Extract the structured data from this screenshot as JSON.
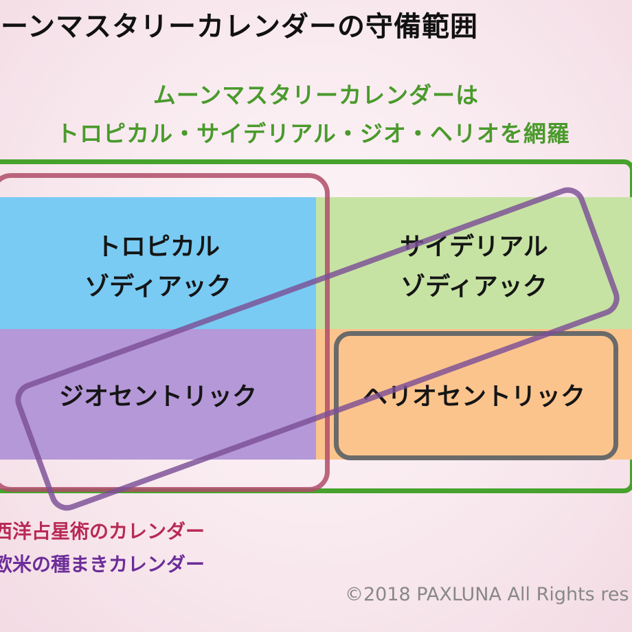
{
  "title": "ムーンマスタリーカレンダーの守備範囲",
  "subtitle_line1": "ムーンマスタリーカレンダーは",
  "subtitle_line2": "トロピカル・サイデリアル・ジオ・ヘリオを網羅",
  "quadrants": {
    "tropical": {
      "line1": "トロピカル",
      "line2": "ゾディアック"
    },
    "sidereal": {
      "line1": "サイデリアル",
      "line2": "ゾディアック"
    },
    "geocentric": "ジオセントリック",
    "heliocentric": "ヘリオセントリック"
  },
  "legend": {
    "western_astrology": "西洋占星術のカレンダー",
    "farming": "欧米の種まきカレンダー"
  },
  "copyright": "©2018 PAXLUNA All Rights res",
  "colors": {
    "tropical": "#79cbf3",
    "sidereal": "#c6e3a3",
    "geocentric": "#b598d8",
    "heliocentric": "#fbc48d",
    "frame_green": "#46a22c",
    "western_box": "#b04c6a",
    "farming_band": "#7b4f96",
    "helio_box": "#6a6a6a"
  }
}
